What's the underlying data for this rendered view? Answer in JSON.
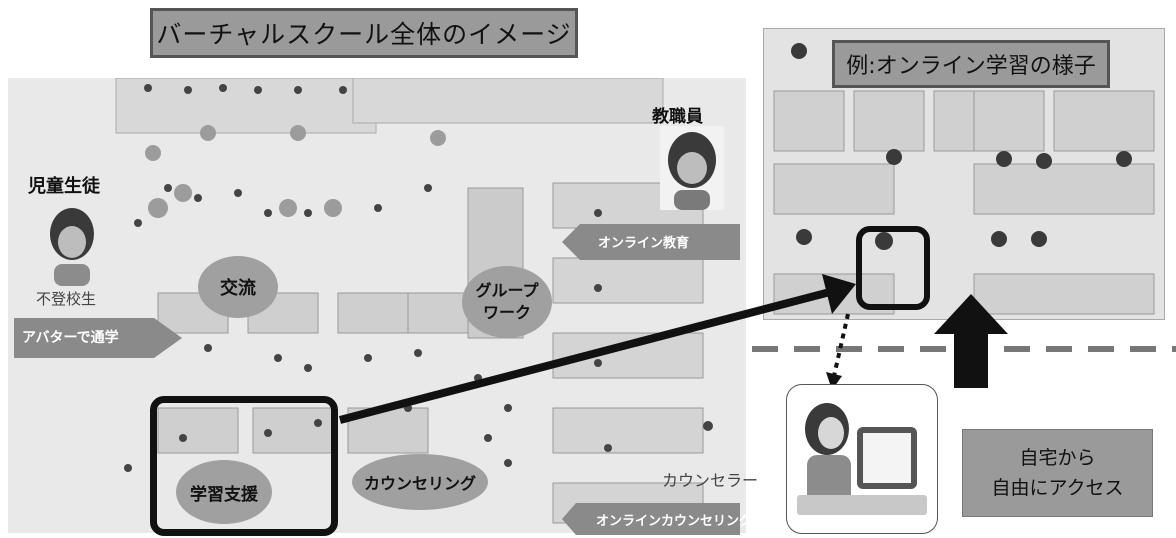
{
  "title": "バーチャルスクール全体のイメージ",
  "labels": {
    "students_heading": "児童生徒",
    "students_sub": "不登校生",
    "commute_arrow": "アバターで通学",
    "exchange": "交流",
    "group_work_line1": "グループ",
    "group_work_line2": "ワーク",
    "online_education": "オンライン教育",
    "staff": "教職員",
    "learning_support": "学習支援",
    "counseling": "カウンセリング",
    "counselor": "カウンセラー",
    "online_counseling": "オンラインカウンセリング"
  },
  "example": {
    "title": "例:オンライン学習の様子"
  },
  "access": {
    "line1": "自宅から",
    "line2": "自由にアクセス"
  },
  "colors": {
    "label_gray": "#9a9a9a",
    "circle_gray": "#a0a0a0",
    "arrow_band": "#8a8a8a",
    "frame": "#111111",
    "dashed_line": "#777777"
  }
}
